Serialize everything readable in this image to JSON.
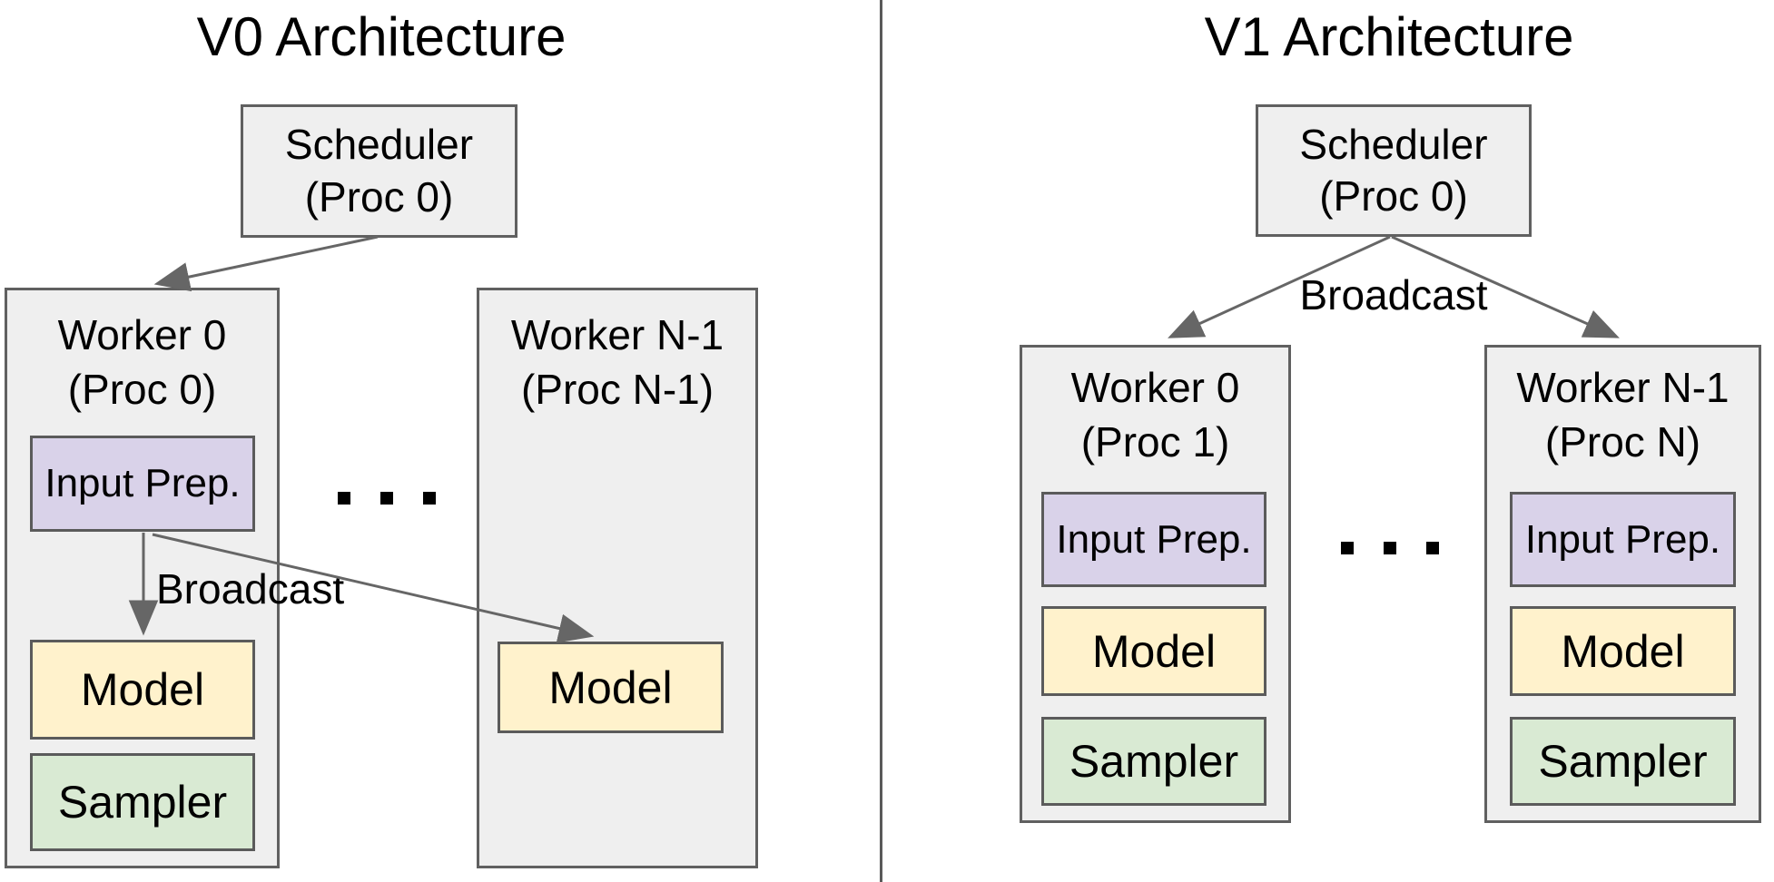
{
  "v0": {
    "title": "V0 Architecture",
    "scheduler": {
      "line1": "Scheduler",
      "line2": "(Proc 0)"
    },
    "worker_left": {
      "line1": "Worker 0",
      "line2": "(Proc 0)"
    },
    "worker_right": {
      "line1": "Worker N-1",
      "line2": "(Proc N-1)"
    },
    "worker_left_boxes": {
      "input": "Input Prep.",
      "model": "Model",
      "sampler": "Sampler"
    },
    "worker_right_boxes": {
      "model": "Model"
    },
    "broadcast_label": "Broadcast",
    "ellipsis": ". . ."
  },
  "v1": {
    "title": "V1 Architecture",
    "scheduler": {
      "line1": "Scheduler",
      "line2": "(Proc 0)"
    },
    "broadcast_label": "Broadcast",
    "worker_left": {
      "line1": "Worker 0",
      "line2": "(Proc 1)"
    },
    "worker_right": {
      "line1": "Worker N-1",
      "line2": "(Proc N)"
    },
    "worker_left_boxes": {
      "input": "Input Prep.",
      "model": "Model",
      "sampler": "Sampler"
    },
    "worker_right_boxes": {
      "input": "Input Prep.",
      "model": "Model",
      "sampler": "Sampler"
    },
    "ellipsis": ". . ."
  },
  "colors": {
    "container_fill": "#efefef",
    "input_prep_fill": "#d9d2e9",
    "model_fill": "#fff2cc",
    "sampler_fill": "#d9ead3",
    "box_border": "#606060",
    "arrow": "#666666",
    "divider": "#5a5a5a",
    "text": "#000000"
  }
}
